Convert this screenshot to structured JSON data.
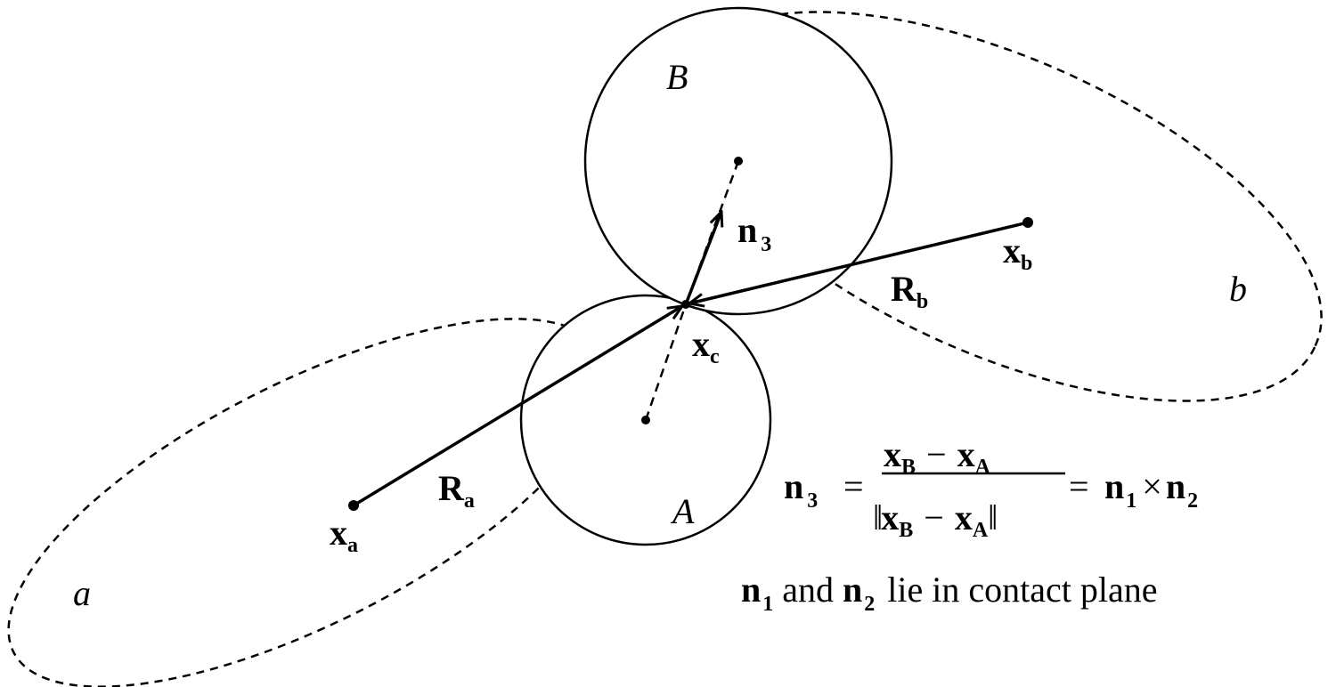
{
  "labels": {
    "body_A": "A",
    "body_B": "B",
    "region_a": "a",
    "region_b": "b",
    "R_a": {
      "main": "R",
      "sub": "a"
    },
    "R_b": {
      "main": "R",
      "sub": "b"
    },
    "x_a": {
      "main": "x",
      "sub": "a"
    },
    "x_b": {
      "main": "x",
      "sub": "b"
    },
    "x_c": {
      "main": "x",
      "sub": "c"
    },
    "n_3": {
      "main": "n",
      "sub": "3"
    }
  },
  "formula": {
    "lhs": "n",
    "lhs_sub": "3",
    "eq": "=",
    "num": "x",
    "sub_B": "B",
    "minus": "−",
    "sub_A": "A",
    "norm": "‖",
    "n1": "n",
    "n1_sub": "1",
    "times": "×",
    "n2": "n",
    "n2_sub": "2"
  },
  "note": {
    "n1": "n",
    "n1_sub": "1",
    "and": "and",
    "n2": "n",
    "n2_sub": "2",
    "rest": "lie in contact plane"
  }
}
